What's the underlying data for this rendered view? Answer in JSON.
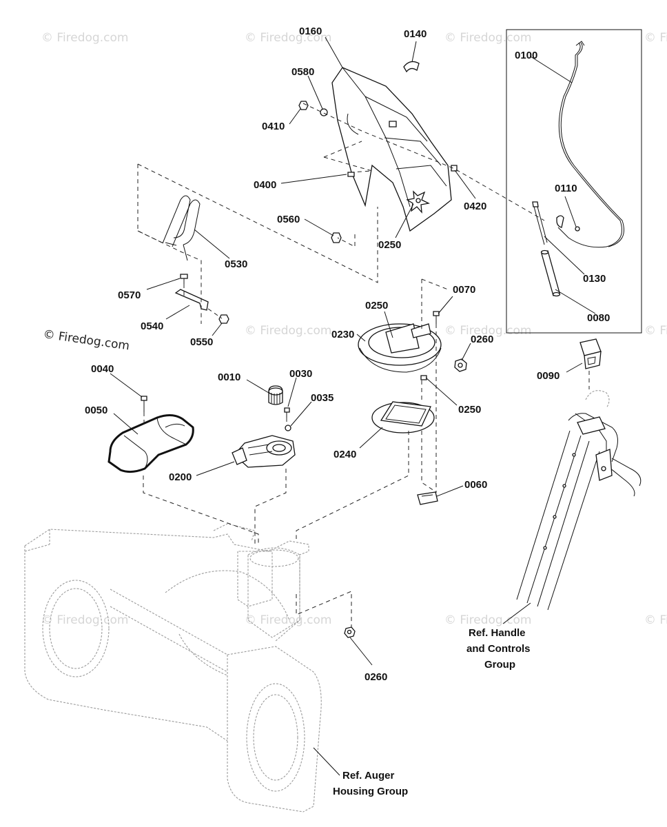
{
  "watermark": {
    "text": "© Firedog.com",
    "brand": "Firedog.com"
  },
  "labels": {
    "p0160": "0160",
    "p0140": "0140",
    "p0580": "0580",
    "p0410": "0410",
    "p0400": "0400",
    "p0420": "0420",
    "p0560": "0560",
    "p0250_a": "0250",
    "p0530": "0530",
    "p0570": "0570",
    "p0540": "0540",
    "p0550": "0550",
    "p0100": "0100",
    "p0110": "0110",
    "p0130": "0130",
    "p0080": "0080",
    "p0090": "0090",
    "p0070": "0070",
    "p0250_b": "0250",
    "p0230": "0230",
    "p0260_a": "0260",
    "p0250_c": "0250",
    "p0240": "0240",
    "p0060": "0060",
    "p0040": "0040",
    "p0050": "0050",
    "p0010": "0010",
    "p0030": "0030",
    "p0035": "0035",
    "p0200": "0200",
    "p0260_b": "0260"
  },
  "references": {
    "handle_line1": "Ref. Handle",
    "handle_line2": "and Controls",
    "handle_line3": "Group",
    "auger_line1": "Ref. Auger",
    "auger_line2": "Housing Group"
  },
  "colors": {
    "line": "#111111",
    "ghost": "#9a9a9a",
    "watermark": "#d6d6d6"
  }
}
